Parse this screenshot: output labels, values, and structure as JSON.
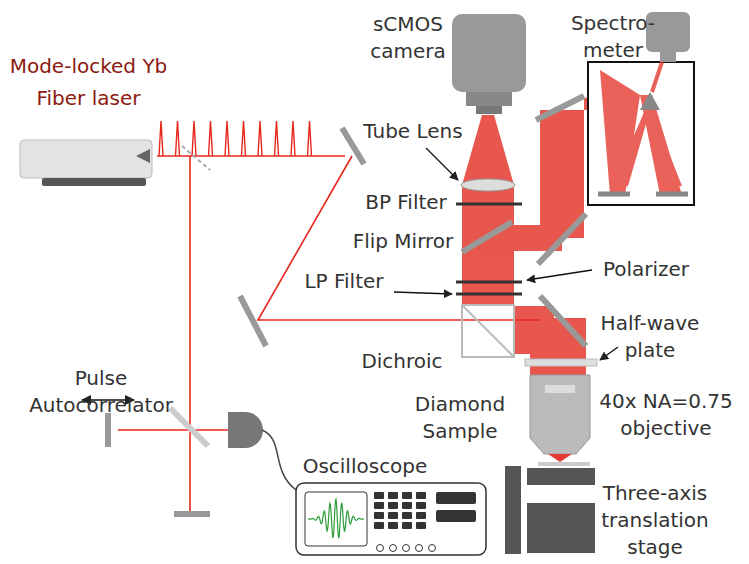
{
  "diagram": {
    "labels": [
      "Mode-locked Yb Fiber laser",
      "sCMOS camera",
      "Spectro- meter",
      "Tube Lens",
      "BP Filter",
      "Flip Mirror",
      "LP Filter",
      "Polarizer",
      "Half-wave plate",
      "Dichroic",
      "Pulse Autocorrelator",
      "Diamond Sample",
      "40x NA=0.75 objective",
      "Oscilloscope",
      "Three-axis translation stage"
    ]
  }
}
